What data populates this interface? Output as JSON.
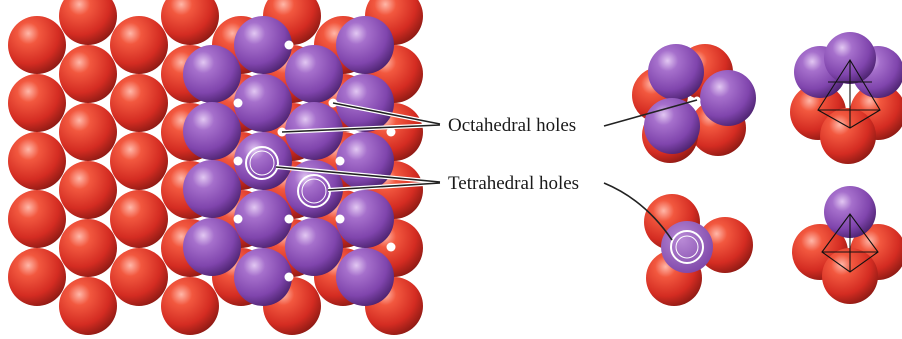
{
  "labels": {
    "octahedral": "Octahedral holes",
    "tetrahedral": "Tetrahedral holes"
  },
  "colors": {
    "red_layer": "#d9342b",
    "purple_layer": "#8a4fb3",
    "hole": "#ffffff",
    "text": "#1a1a1a"
  },
  "structures": {
    "bottom_layer": "red spheres",
    "top_layer": "purple spheres"
  }
}
